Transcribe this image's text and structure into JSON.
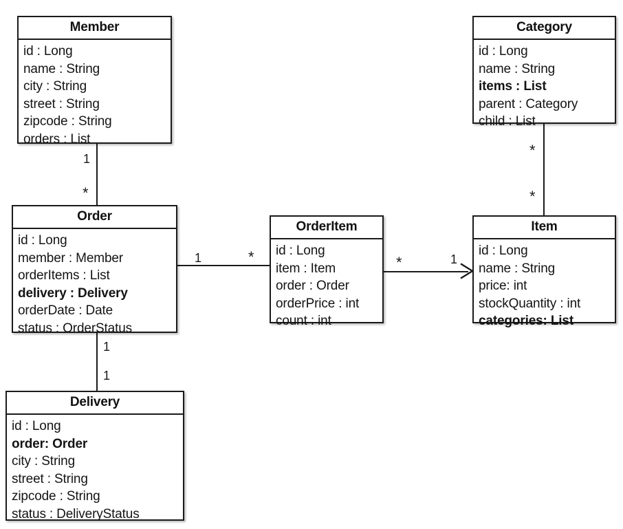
{
  "diagram": {
    "title": "Domain model class diagram",
    "type": "uml-class-diagram",
    "background_color": "#ffffff",
    "line_color": "#1a1a1a",
    "text_color": "#141414"
  },
  "classes": {
    "member": {
      "name": "Member",
      "attributes": [
        {
          "text": "id : Long",
          "bold": false
        },
        {
          "text": "name : String",
          "bold": false
        },
        {
          "text": "city : String",
          "bold": false
        },
        {
          "text": "street : String",
          "bold": false
        },
        {
          "text": "zipcode : String",
          "bold": false
        },
        {
          "text": "orders : List",
          "bold": false
        }
      ]
    },
    "order": {
      "name": "Order",
      "attributes": [
        {
          "text": "id : Long",
          "bold": false
        },
        {
          "text": "member : Member",
          "bold": false
        },
        {
          "text": "orderItems : List",
          "bold": false
        },
        {
          "text": "delivery : Delivery",
          "bold": true
        },
        {
          "text": "orderDate : Date",
          "bold": false
        },
        {
          "text": "status : OrderStatus",
          "bold": false
        }
      ]
    },
    "delivery": {
      "name": "Delivery",
      "attributes": [
        {
          "text": "id : Long",
          "bold": false
        },
        {
          "text": "order: Order",
          "bold": true
        },
        {
          "text": "city : String",
          "bold": false
        },
        {
          "text": "street : String",
          "bold": false
        },
        {
          "text": "zipcode : String",
          "bold": false
        },
        {
          "text": "status : DeliveryStatus",
          "bold": false
        }
      ]
    },
    "orderitem": {
      "name": "OrderItem",
      "attributes": [
        {
          "text": "id : Long",
          "bold": false
        },
        {
          "text": "item : Item",
          "bold": false
        },
        {
          "text": "order : Order",
          "bold": false
        },
        {
          "text": "orderPrice : int",
          "bold": false
        },
        {
          "text": "count : int",
          "bold": false
        }
      ]
    },
    "item": {
      "name": "Item",
      "attributes": [
        {
          "text": "id : Long",
          "bold": false
        },
        {
          "text": "name : String",
          "bold": false
        },
        {
          "text": "price: int",
          "bold": false
        },
        {
          "text": "stockQuantity : int",
          "bold": false
        },
        {
          "text": "categories: List",
          "bold": true
        }
      ]
    },
    "category": {
      "name": "Category",
      "attributes": [
        {
          "text": "id : Long",
          "bold": false
        },
        {
          "text": "name : String",
          "bold": false
        },
        {
          "text": "items : List",
          "bold": true
        },
        {
          "text": "parent : Category",
          "bold": false
        },
        {
          "text": "child : List",
          "bold": false
        }
      ]
    }
  },
  "relations": [
    {
      "id": "member-order",
      "from": "Member",
      "to": "Order",
      "from_multiplicity": "1",
      "to_multiplicity": "*",
      "arrow": "none",
      "orientation": "vertical"
    },
    {
      "id": "order-orderitem",
      "from": "Order",
      "to": "OrderItem",
      "from_multiplicity": "1",
      "to_multiplicity": "*",
      "arrow": "none",
      "orientation": "horizontal"
    },
    {
      "id": "orderitem-item",
      "from": "OrderItem",
      "to": "Item",
      "from_multiplicity": "*",
      "to_multiplicity": "1",
      "arrow": "open-right",
      "orientation": "horizontal"
    },
    {
      "id": "category-item",
      "from": "Category",
      "to": "Item",
      "from_multiplicity": "*",
      "to_multiplicity": "*",
      "arrow": "none",
      "orientation": "vertical"
    },
    {
      "id": "order-delivery",
      "from": "Order",
      "to": "Delivery",
      "from_multiplicity": "1",
      "to_multiplicity": "1",
      "arrow": "none",
      "orientation": "vertical"
    }
  ]
}
